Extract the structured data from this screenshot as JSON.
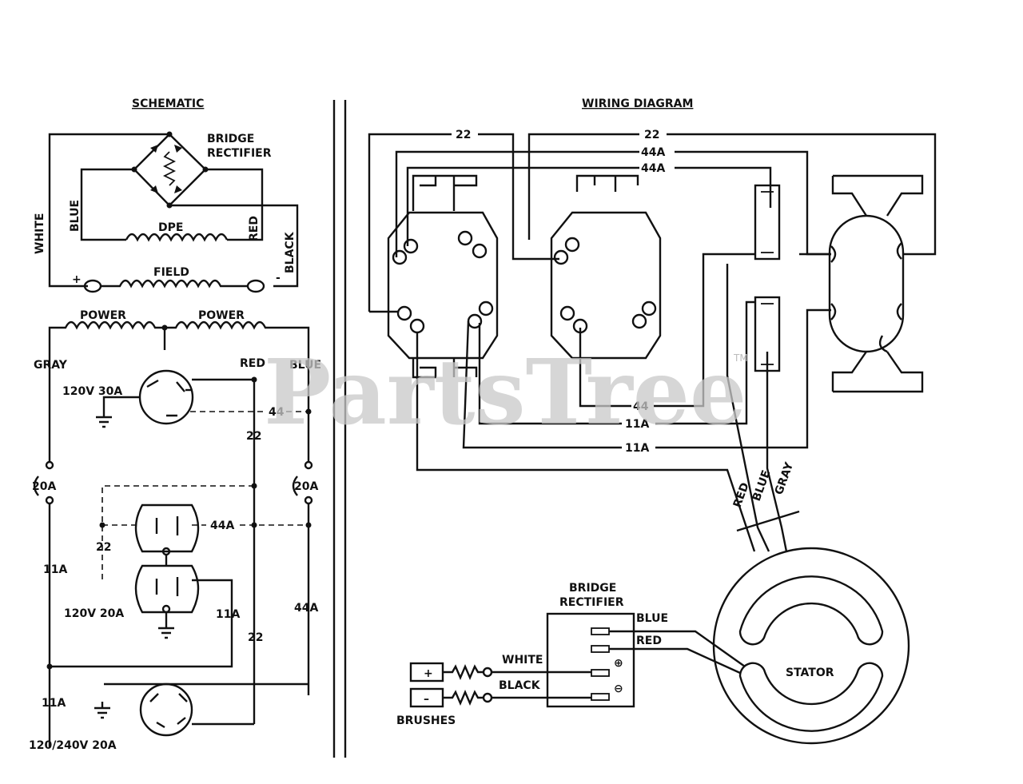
{
  "sections": {
    "schematic_title": "SCHEMATIC",
    "wiring_title": "WIRING DIAGRAM"
  },
  "schematic": {
    "bridge_rectifier_line1": "BRIDGE",
    "bridge_rectifier_line2": "RECTIFIER",
    "white": "WHITE",
    "blue": "BLUE",
    "red": "RED",
    "black": "BLACK",
    "dpe": "DPE",
    "field": "FIELD",
    "plus": "+",
    "minus": "-",
    "power_left": "POWER",
    "power_right": "POWER",
    "gray": "GRAY",
    "red2": "RED",
    "blue2": "BLUE",
    "receptacle_30a": "120V 30A",
    "wire_44": "44",
    "wire_22_a": "22",
    "breaker_left": "20A",
    "breaker_right": "20A",
    "wire_44a": "44A",
    "wire_22_b": "22",
    "wire_11a_a": "11A",
    "receptacle_20a": "120V 20A",
    "wire_11a_b": "11A",
    "wire_44a_b": "44A",
    "wire_22_c": "22",
    "wire_11a_c": "11A",
    "receptacle_240": "120/240V 20A"
  },
  "wiring": {
    "w22_left": "22",
    "w22_right": "22",
    "w44a_top": "44A",
    "w44a_second": "44A",
    "w44": "44",
    "w11a_top": "11A",
    "w11a_bottom": "11A",
    "gray": "GRAY",
    "blue": "BLUE",
    "red": "RED",
    "stator": "STATOR",
    "bridge_line1": "BRIDGE",
    "bridge_line2": "RECTIFIER",
    "blue_out": "BLUE",
    "red_out": "RED",
    "white": "WHITE",
    "black": "BLACK",
    "plus": "+",
    "minus": "–",
    "brushes": "BRUSHES",
    "plus_term": "⊕",
    "minus_term": "⊖"
  },
  "watermark": {
    "text": "PartsTree",
    "tm": "TM"
  }
}
